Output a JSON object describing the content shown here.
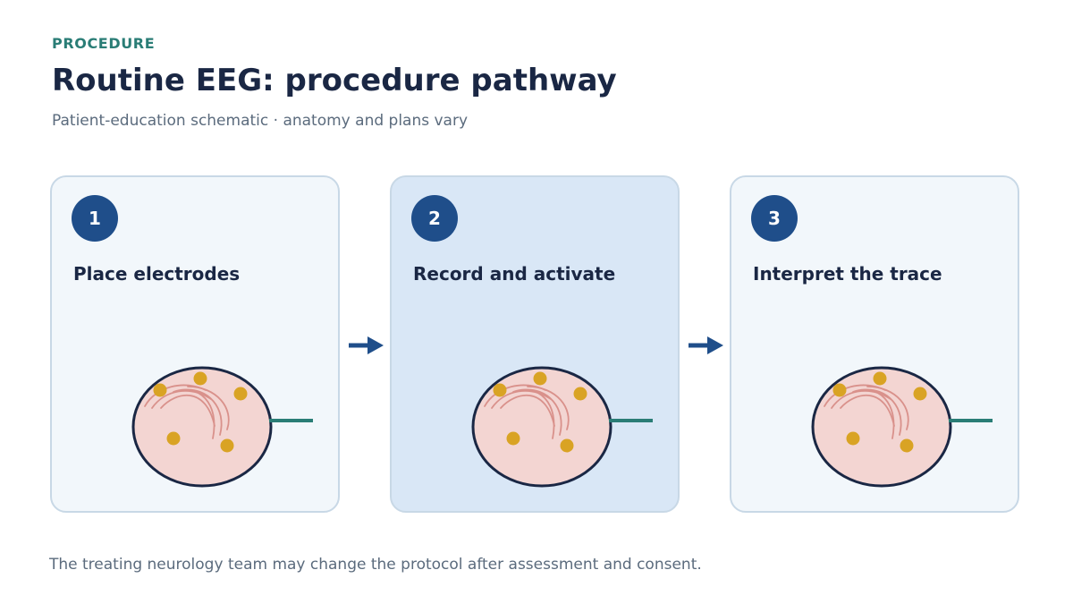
{
  "header": {
    "eyebrow": "PROCEDURE",
    "title": "Routine EEG: procedure pathway",
    "subtitle": "Patient-education schematic · anatomy and plans vary"
  },
  "steps": [
    {
      "number": "1",
      "title": "Place electrodes",
      "active": false
    },
    {
      "number": "2",
      "title": "Record and activate",
      "active": true
    },
    {
      "number": "3",
      "title": "Interpret the trace",
      "active": false
    }
  ],
  "footer": {
    "note": "The treating neurology team may change the protocol after assessment and consent."
  },
  "colors": {
    "accent": "#2a7d76",
    "badge": "#1f4e8a",
    "card_default": "#f2f7fb",
    "card_active": "#d9e7f6",
    "brain_fill": "#f3d5d2",
    "brain_outline": "#1a2744",
    "brain_folds": "#d9918b",
    "electrode": "#d9a324",
    "cable": "#2a7d76"
  },
  "icons": {
    "illustration": "head-with-eeg-electrodes-icon",
    "connector": "arrow-right-icon"
  }
}
